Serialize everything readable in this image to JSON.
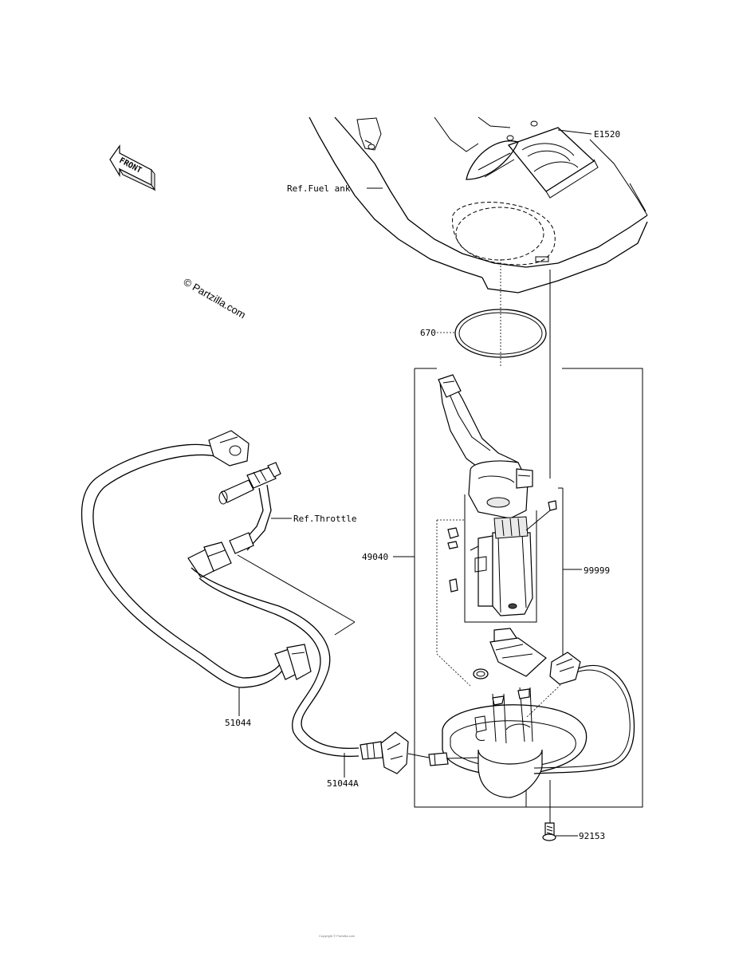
{
  "labels": {
    "e1520": "E1520",
    "fuel_tank": "Ref.Fuel  ank",
    "part_670": "670",
    "throttle": "Ref.Throttle",
    "part_49040": "49040",
    "part_99999": "99999",
    "part_51044": "51044",
    "part_51044a": "51044A",
    "part_92153": "92153",
    "front": "FRONT"
  },
  "watermark": "© Partzilla.com",
  "footer": {
    "line1": "Copyright © Partzilla.com",
    "line2": ""
  }
}
